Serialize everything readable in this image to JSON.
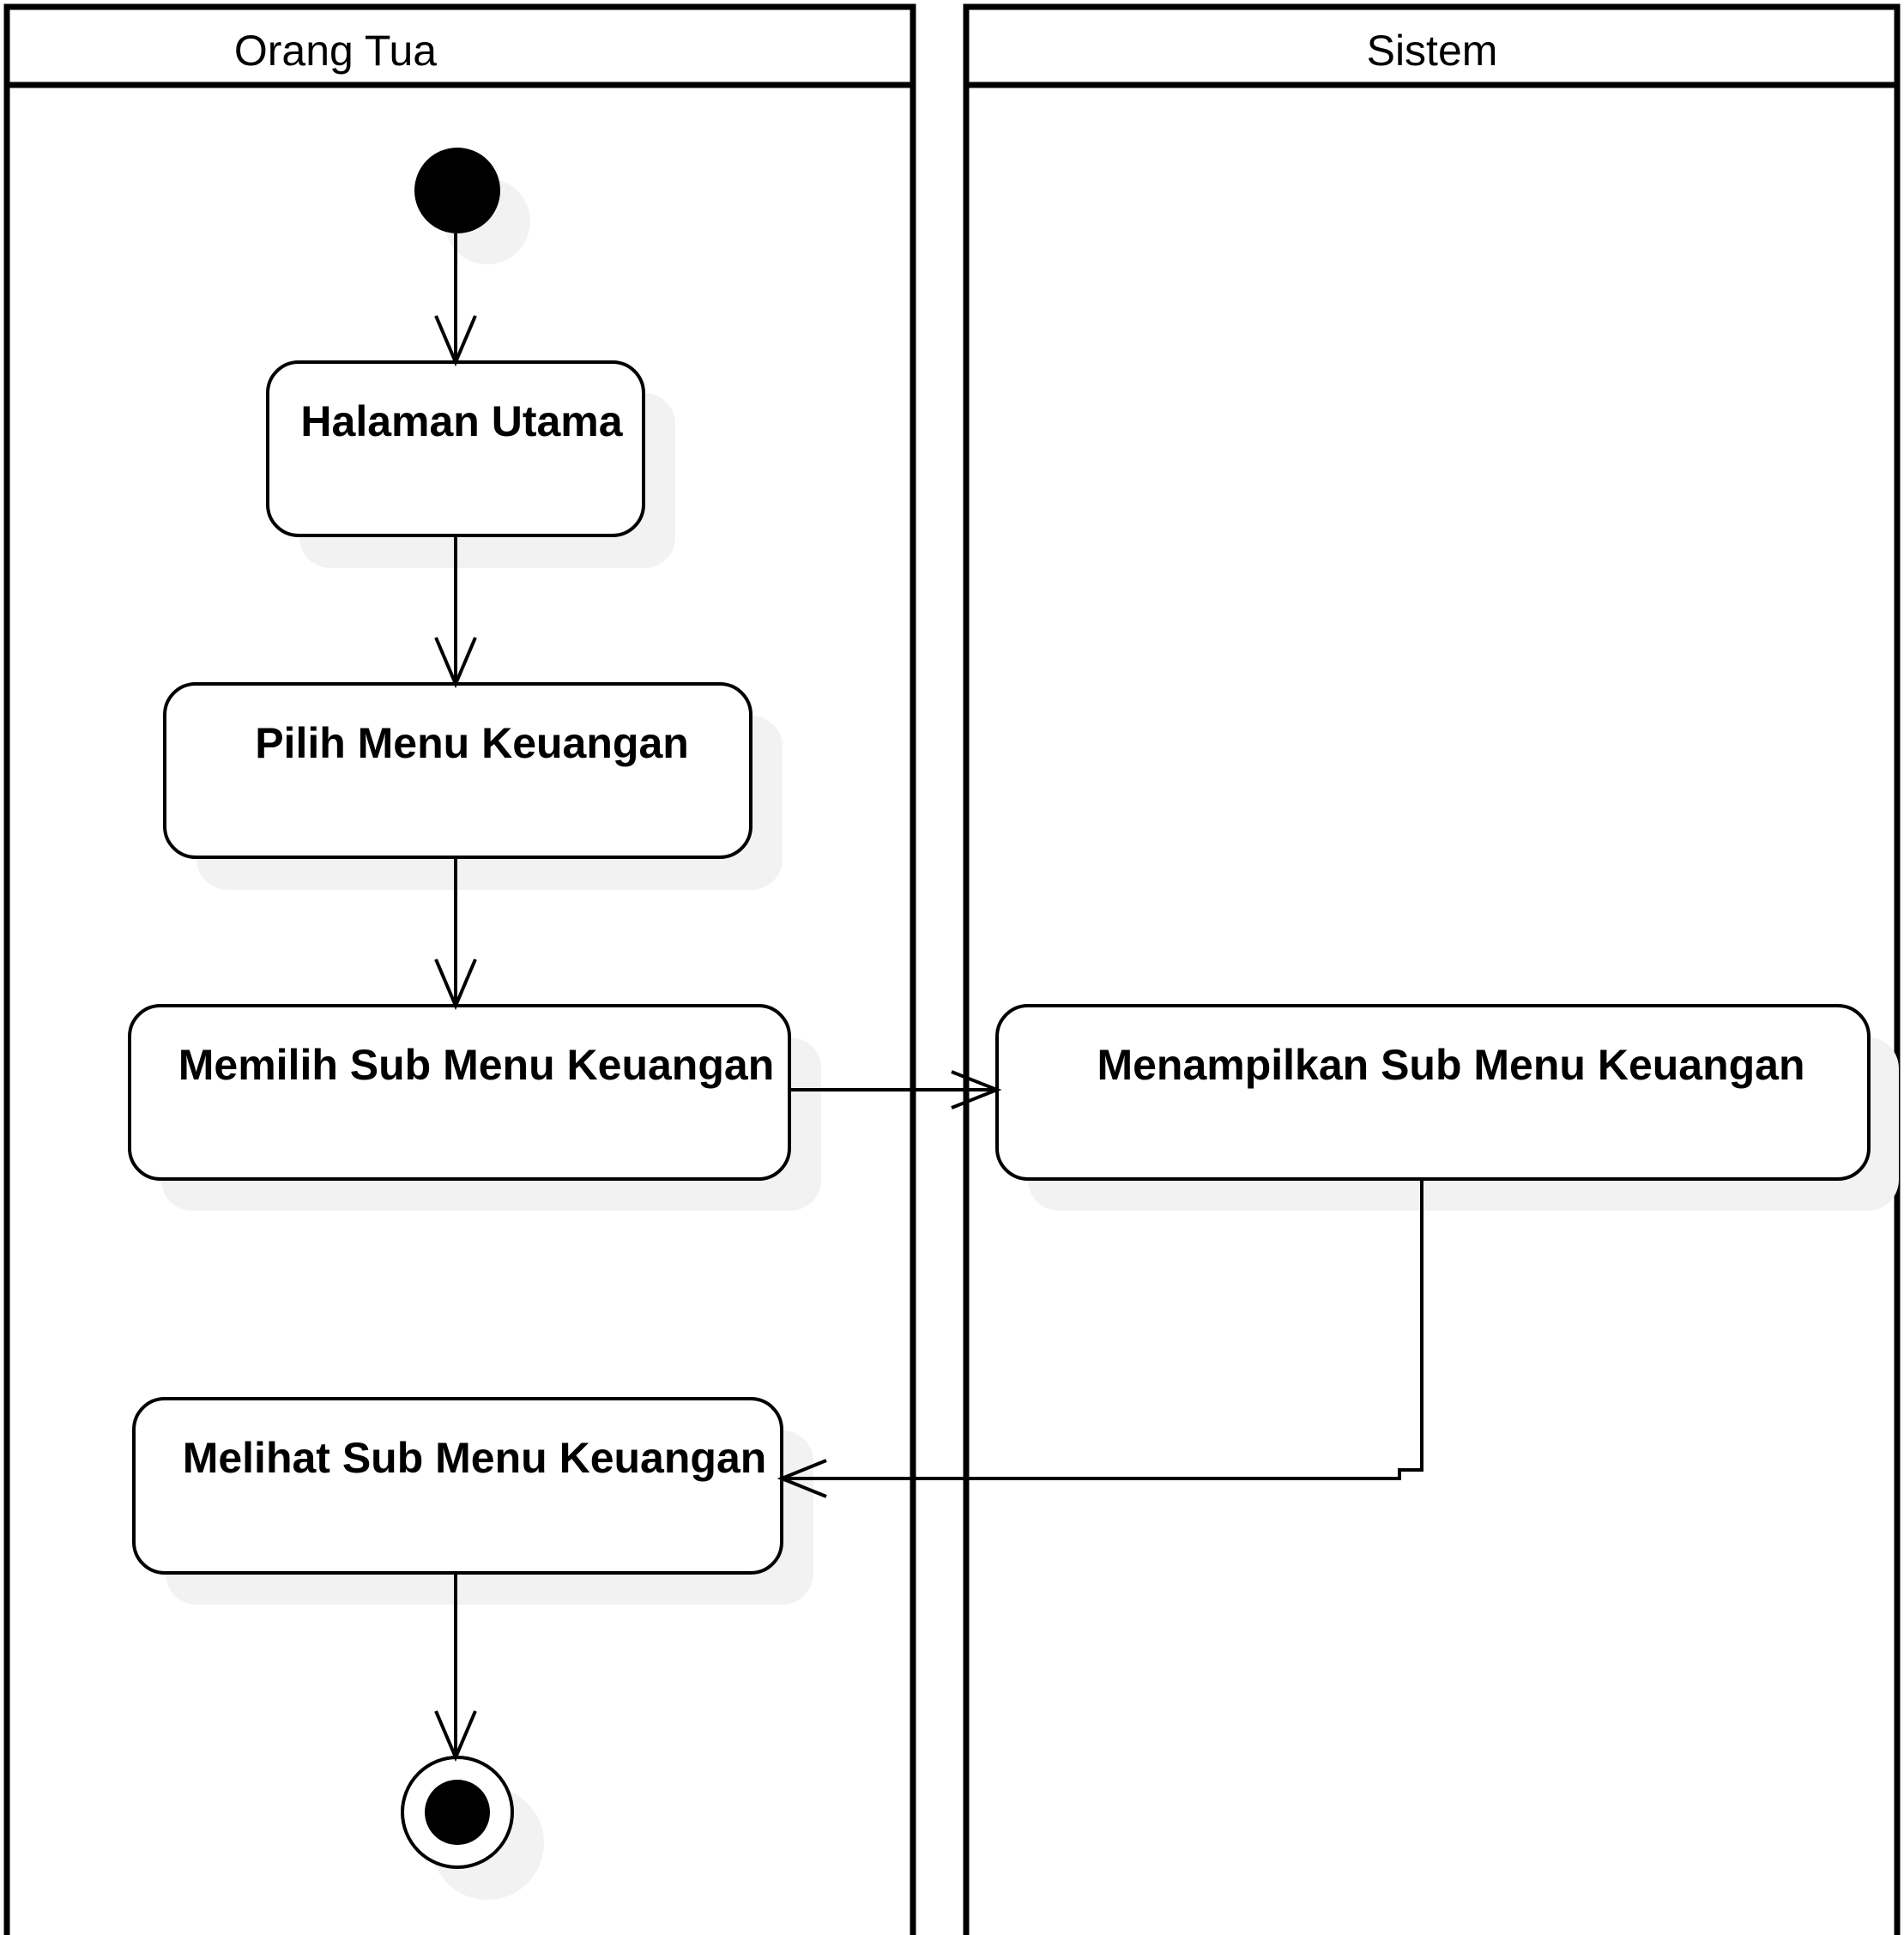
{
  "lanes": [
    {
      "title": "Orang Tua"
    },
    {
      "title": "Sistem"
    }
  ],
  "activities": [
    {
      "id": "halaman-utama",
      "label": "Halaman Utama"
    },
    {
      "id": "pilih-menu-keuangan",
      "label": "Pilih Menu Keuangan"
    },
    {
      "id": "memilih-sub-menu-keuangan",
      "label": "Memilih Sub Menu Keuangan"
    },
    {
      "id": "menampilkan-sub-menu-keuangan",
      "label": "Menampilkan Sub Menu Keuangan"
    },
    {
      "id": "melihat-sub-menu-keuangan",
      "label": "Melihat Sub Menu Keuangan"
    }
  ]
}
